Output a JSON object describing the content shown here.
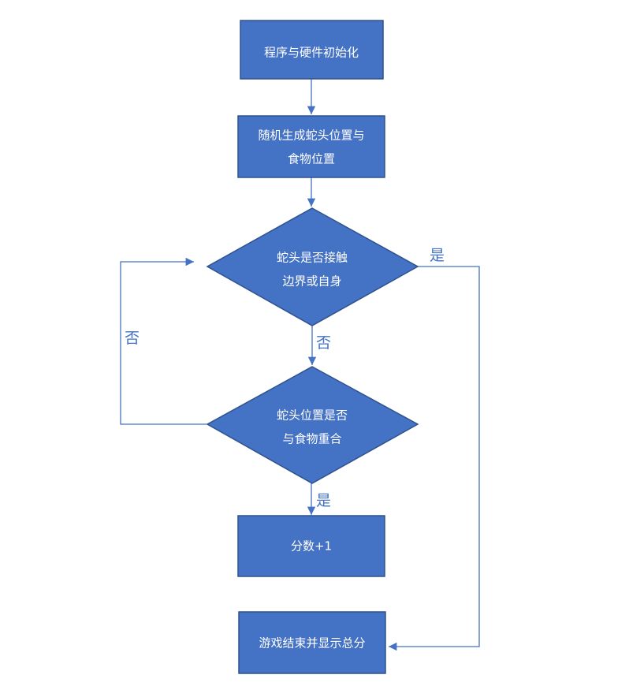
{
  "colors": {
    "node_fill": "#4472C4",
    "node_stroke": "#2F528F",
    "edge": "#4472C4",
    "label": "#4472C4",
    "background": "#FFFFFF"
  },
  "nodes": {
    "init": {
      "shape": "rectangle",
      "lines": [
        "程序与硬件初始化"
      ]
    },
    "generate": {
      "shape": "rectangle",
      "lines": [
        "随机生成蛇头位置与",
        "食物位置"
      ]
    },
    "check_collision": {
      "shape": "diamond",
      "lines": [
        "蛇头是否接触",
        "边界或自身"
      ]
    },
    "check_food": {
      "shape": "diamond",
      "lines": [
        "蛇头位置是否",
        "与食物重合"
      ]
    },
    "score": {
      "shape": "rectangle",
      "lines": [
        "分数+1"
      ]
    },
    "game_over": {
      "shape": "rectangle",
      "lines": [
        "游戏结束并显示总分"
      ]
    }
  },
  "edges": [
    {
      "from": "init",
      "to": "generate",
      "label": ""
    },
    {
      "from": "generate",
      "to": "check_collision",
      "label": ""
    },
    {
      "from": "check_collision",
      "to": "check_food",
      "label": "否"
    },
    {
      "from": "check_collision",
      "to": "game_over",
      "label": "是"
    },
    {
      "from": "check_food",
      "to": "check_collision",
      "label": "否"
    },
    {
      "from": "check_food",
      "to": "score",
      "label": "是"
    }
  ]
}
